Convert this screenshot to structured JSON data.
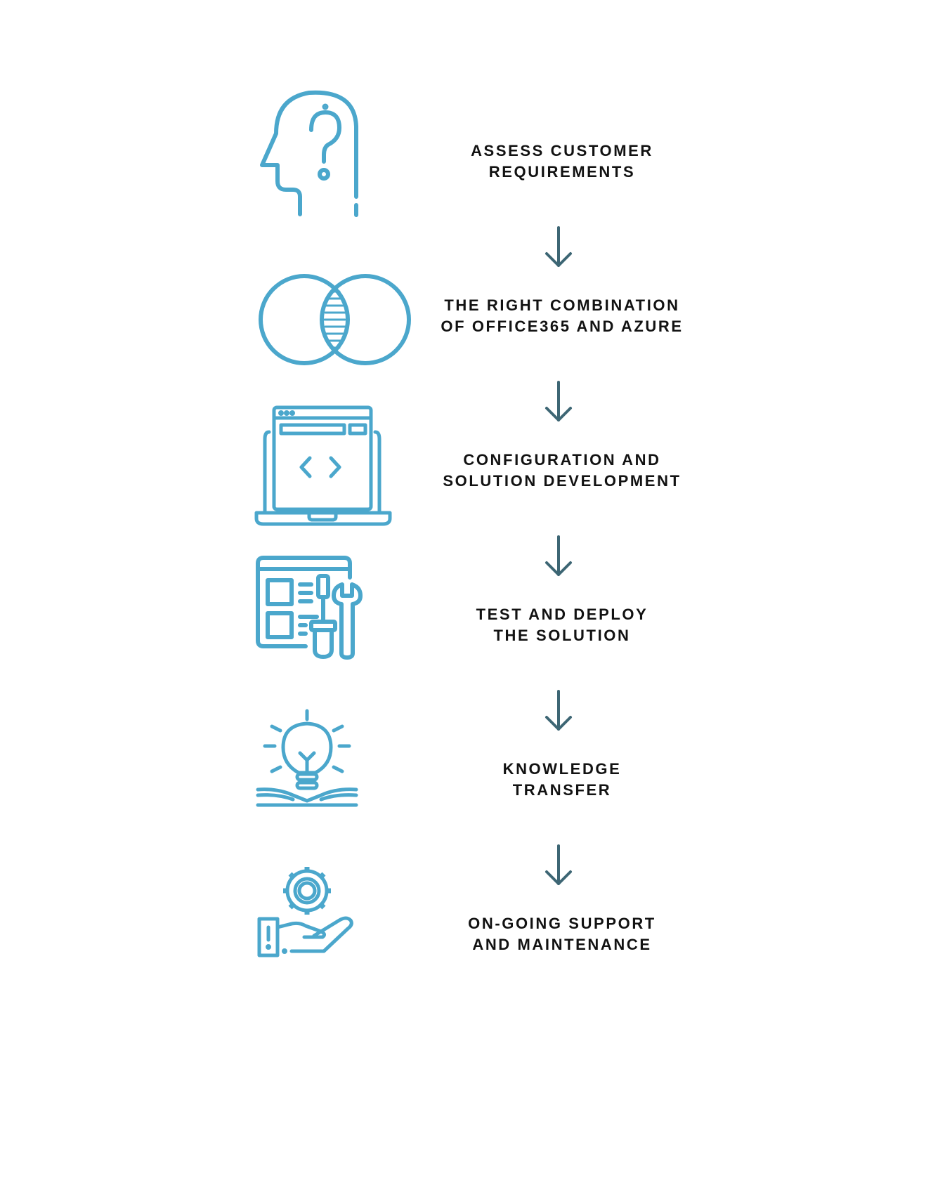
{
  "colors": {
    "icon": "#4ba7cc",
    "arrow": "#3d6674",
    "text": "#121212",
    "background": "#ffffff"
  },
  "steps": [
    {
      "icon": "head-question-icon",
      "line1": "ASSESS CUSTOMER",
      "line2": "REQUIREMENTS"
    },
    {
      "icon": "venn-circles-icon",
      "line1": "THE RIGHT COMBINATION",
      "line2": "OF OFFICE365 AND AZURE"
    },
    {
      "icon": "laptop-code-icon",
      "line1": "CONFIGURATION AND",
      "line2": "SOLUTION DEVELOPMENT"
    },
    {
      "icon": "window-tools-icon",
      "line1": "TEST AND DEPLOY",
      "line2": "THE SOLUTION"
    },
    {
      "icon": "lightbulb-book-icon",
      "line1": "KNOWLEDGE",
      "line2": "TRANSFER"
    },
    {
      "icon": "hand-gear-icon",
      "line1": "ON-GOING SUPPORT",
      "line2": "AND MAINTENANCE"
    }
  ]
}
